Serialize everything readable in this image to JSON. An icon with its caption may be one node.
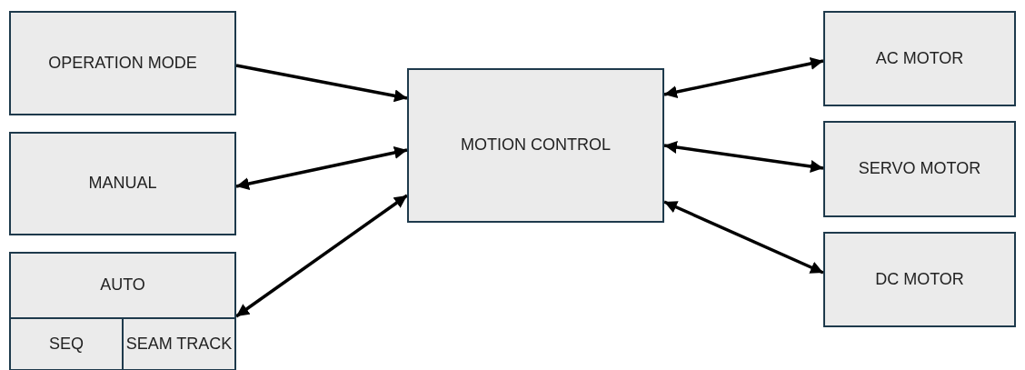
{
  "diagram": {
    "nodes": [
      {
        "text": [
          "OPERATION MODE"
        ]
      },
      {
        "text": [
          "MANUAL"
        ]
      },
      {
        "text": [
          "AUTO"
        ]
      },
      {
        "text": [
          "SEQ"
        ],
        "in": 2
      },
      {
        "text": [
          "SEAM TRACK"
        ],
        "in": 2
      },
      {
        "text": [
          "MOTION CONTROL"
        ]
      },
      {
        "text": [
          "AC MOTOR"
        ]
      },
      {
        "text": [
          "SERVO MOTOR"
        ]
      },
      {
        "text": [
          "DC MOTOR"
        ]
      }
    ],
    "edges": [
      {
        "from": 0,
        "to": 5,
        "arrow": "to"
      },
      {
        "from": 1,
        "to": 5,
        "arrow": "both"
      },
      {
        "from": 2,
        "to": 5,
        "arrow": "both"
      },
      {
        "from": 5,
        "to": 6,
        "arrow": "both"
      },
      {
        "from": 5,
        "to": 7,
        "arrow": "both"
      },
      {
        "from": 5,
        "to": 8,
        "arrow": "both"
      }
    ]
  }
}
